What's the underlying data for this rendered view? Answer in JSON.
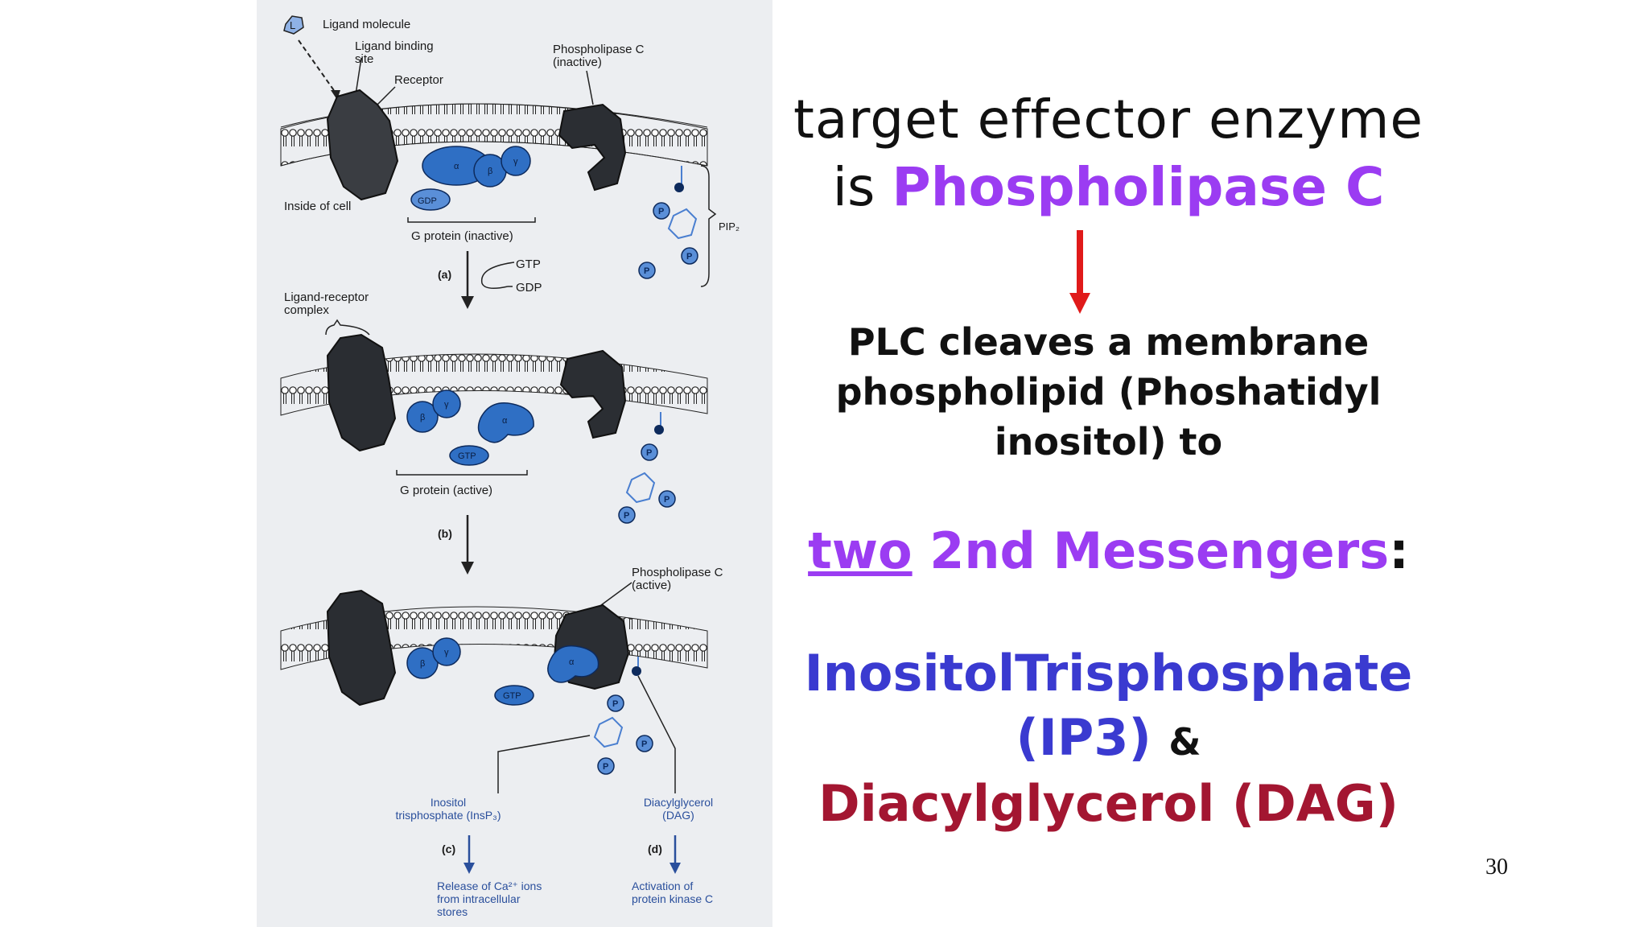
{
  "diagram": {
    "labels": {
      "ligand_molecule": "Ligand molecule",
      "ligand_symbol": "L",
      "ligand_binding_site_1": "Ligand binding",
      "ligand_binding_site_2": "site",
      "receptor": "Receptor",
      "plc_inactive_1": "Phospholipase C",
      "plc_inactive_2": "(inactive)",
      "inside_cell": "Inside of cell",
      "g_protein_inactive": "G protein (inactive)",
      "pip2": "PIP₂",
      "step_a": "(a)",
      "gtp": "GTP",
      "gdp": "GDP",
      "ligand_receptor_complex_1": "Ligand-receptor",
      "ligand_receptor_complex_2": "complex",
      "g_protein_active": "G protein (active)",
      "step_b": "(b)",
      "plc_active_1": "Phospholipase C",
      "plc_active_2": "(active)",
      "insp3_1": "Inositol",
      "insp3_2": "trisphosphate (InsP₃)",
      "dag_1": "Diacylglycerol",
      "dag_2": "(DAG)",
      "step_c": "(c)",
      "step_d": "(d)",
      "release_1": "Release of Ca²⁺ ions",
      "release_2": "from intracellular",
      "release_3": "stores",
      "activation_1": "Activation of",
      "activation_2": "protein kinase C",
      "alpha": "α",
      "beta": "β",
      "gamma": "γ",
      "p": "P"
    }
  },
  "slide": {
    "title_line1": "target effector enzyme",
    "title_line2_prefix": "is ",
    "title_line2_highlight": "Phospholipase C",
    "desc_line1": "PLC cleaves a membrane",
    "desc_line2": "phospholipid (Phoshatidyl",
    "desc_line3": "inositol) to",
    "second_underlined": "two",
    "second_rest": " 2nd Messengers",
    "second_colon": ":",
    "ip3_line1": "InositolTrisphosphate",
    "ip3_line2": "(IP3)",
    "ampersand": "&",
    "dag_line": "Diacylglycerol (DAG)",
    "page_number": "30"
  },
  "colors": {
    "purple": "#9b3cf2",
    "blue": "#3a3ad0",
    "crimson": "#a31631",
    "arrow_red": "#e01a1a",
    "gprotein_blue": "#2f6fc4"
  }
}
